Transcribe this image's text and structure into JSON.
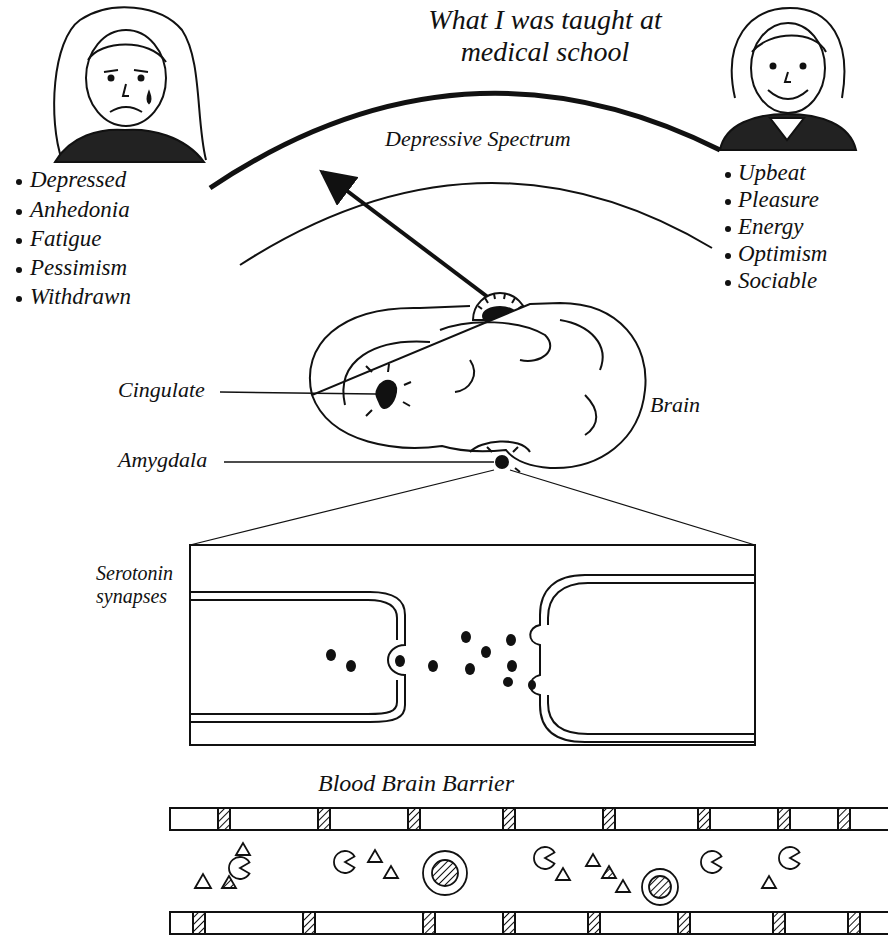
{
  "diagram": {
    "title": "What I was taught at medical school",
    "labels": [
      "Depressive Spectrum",
      "Depressed",
      "Anhedonia",
      "Fatigue",
      "Pessimism",
      "Withdrawn",
      "Upbeat",
      "Pleasure",
      "Energy",
      "Optimism",
      "Sociable",
      "Cingulate",
      "Amygdala",
      "Brain",
      "Serotonin synapses",
      "Blood Brain Barrier"
    ]
  }
}
